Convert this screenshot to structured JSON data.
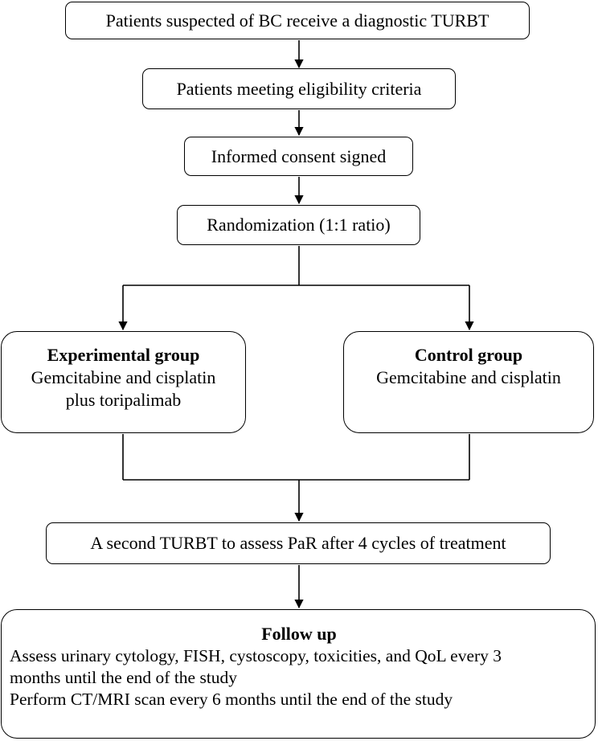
{
  "flow": {
    "step1": "Patients suspected of BC receive a diagnostic TURBT",
    "step2": "Patients meeting eligibility criteria",
    "step3": "Informed consent signed",
    "step4": "Randomization (1:1 ratio)",
    "experimental": {
      "title": "Experimental group",
      "line1": "Gemcitabine and cisplatin",
      "line2": "plus toripalimab"
    },
    "control": {
      "title": "Control group",
      "line1": "Gemcitabine and cisplatin"
    },
    "step5": "A second TURBT to assess PaR after 4 cycles of treatment",
    "followup": {
      "title": "Follow up",
      "line1": "Assess urinary cytology, FISH, cystoscopy, toxicities, and QoL every 3",
      "line2": "months until the end of the study",
      "line3": "Perform CT/MRI scan every 6 months until the end of the study"
    }
  }
}
